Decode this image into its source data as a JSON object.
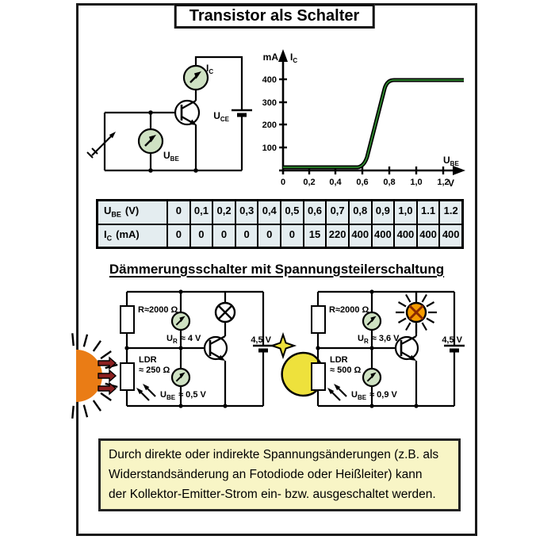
{
  "title": "Transistor als Schalter",
  "colors": {
    "meter_fill": "#cfe2c3",
    "curve_green": "#2e8b2e",
    "table_cell_bg": "#e4edf0",
    "note_bg": "#f8f5c6",
    "sun_orange": "#ea7c15",
    "lamp_on_fill": "#f59b00",
    "lamp_on_cross": "#8a2a00",
    "light_arrow_red": "#8b1f1f",
    "moon_yellow": "#eee13c"
  },
  "test_circuit": {
    "ic_main": "I",
    "ic_sub": "C",
    "ube_main": "U",
    "ube_sub": "BE",
    "uce_main": "U",
    "uce_sub": "CE"
  },
  "graph": {
    "y_unit": "mA",
    "y_var_main": "I",
    "y_var_sub": "C",
    "x_var_main": "U",
    "x_var_sub": "BE",
    "x_unit": "V",
    "y_ticks": [
      "400",
      "300",
      "200",
      "100"
    ],
    "x_ticks": [
      "0",
      "0,2",
      "0,4",
      "0,6",
      "0,8",
      "1,0",
      "1,2"
    ]
  },
  "chart_data": {
    "type": "line",
    "title": "",
    "xlabel": "U_BE (V)",
    "ylabel": "I_C (mA)",
    "x": [
      0,
      0.1,
      0.2,
      0.3,
      0.4,
      0.5,
      0.6,
      0.7,
      0.8,
      0.9,
      1.0,
      1.1,
      1.2
    ],
    "series": [
      {
        "name": "I_C",
        "values": [
          0,
          0,
          0,
          0,
          0,
          0,
          15,
          220,
          400,
          400,
          400,
          400,
          400
        ]
      }
    ],
    "xlim": [
      0,
      1.35
    ],
    "ylim": [
      0,
      450
    ],
    "grid": false,
    "line_color": "#2e8b2e"
  },
  "table": {
    "row1": {
      "main": "U",
      "sub": "BE",
      "unit": "(V)",
      "values": [
        "0",
        "0,1",
        "0,2",
        "0,3",
        "0,4",
        "0,5",
        "0,6",
        "0,7",
        "0,8",
        "0,9",
        "1,0",
        "1.1",
        "1.2"
      ]
    },
    "row2": {
      "main": "I",
      "sub": "C",
      "unit": "(mA)",
      "values": [
        "0",
        "0",
        "0",
        "0",
        "0",
        "0",
        "15",
        "220",
        "400",
        "400",
        "400",
        "400",
        "400"
      ]
    }
  },
  "section_heading": "Dämmerungsschalter mit Spannungsteilerschaltung",
  "day": {
    "r": "R≈2000 Ω",
    "ldr": "LDR",
    "ldr_value": "≈ 250 Ω",
    "ur_main": "U",
    "ur_sub": "R",
    "ur_value": "≈ 4 V",
    "ube_main": "U",
    "ube_sub": "BE",
    "ube_value": "≈ 0,5 V",
    "battery": "4,5 V"
  },
  "night": {
    "r": "R≈2000 Ω",
    "ldr": "LDR",
    "ldr_value": "≈ 500 Ω",
    "ur_main": "U",
    "ur_sub": "R",
    "ur_value": "≈ 3,6 V",
    "ube_main": "U",
    "ube_sub": "BE",
    "ube_value": "≈ 0,9 V",
    "battery": "4,5 V"
  },
  "note": {
    "lines": [
      "Durch direkte oder indirekte Spannungsänderungen (z.B. als",
      "Widerstandsänderung an Fotodiode oder Heißleiter) kann",
      "der Kollektor-Emitter-Strom ein- bzw. ausgeschaltet werden."
    ]
  }
}
